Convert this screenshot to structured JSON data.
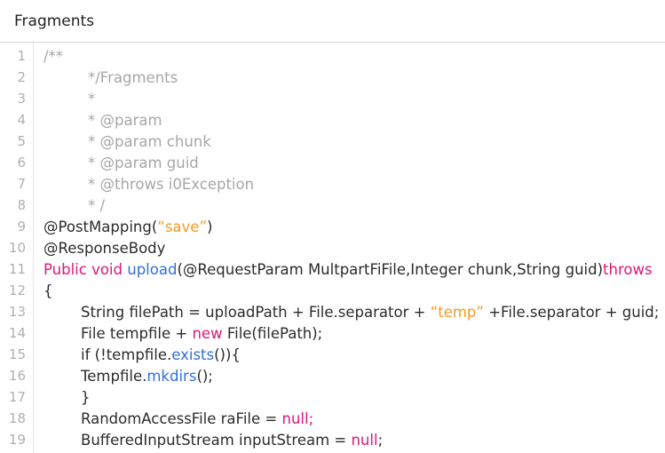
{
  "header": {
    "title": "Fragments"
  },
  "colors": {
    "comment": "#a7a7a7",
    "string": "#f59a23",
    "keyword": "#e0167b",
    "function": "#2f6fdd",
    "text": "#2b2b2b",
    "line_number": "#b0b0b0"
  },
  "editor": {
    "lines": [
      {
        "n": "1",
        "indent": 0,
        "tokens": [
          [
            "comment",
            "/**"
          ]
        ]
      },
      {
        "n": "2",
        "indent": 2,
        "tokens": [
          [
            "comment",
            "*/Fragments"
          ]
        ]
      },
      {
        "n": "3",
        "indent": 2,
        "tokens": [
          [
            "comment",
            "*"
          ]
        ]
      },
      {
        "n": "4",
        "indent": 2,
        "tokens": [
          [
            "comment",
            "* @param"
          ]
        ]
      },
      {
        "n": "5",
        "indent": 2,
        "tokens": [
          [
            "comment",
            "* @param chunk"
          ]
        ]
      },
      {
        "n": "6",
        "indent": 2,
        "tokens": [
          [
            "comment",
            "* @param guid"
          ]
        ]
      },
      {
        "n": "7",
        "indent": 2,
        "tokens": [
          [
            "comment",
            "* @throws i0Exception"
          ]
        ]
      },
      {
        "n": "8",
        "indent": 2,
        "tokens": [
          [
            "comment",
            "* /"
          ]
        ]
      },
      {
        "n": "9",
        "indent": 0,
        "tokens": [
          [
            "plain",
            "@PostMapping("
          ],
          [
            "string",
            "“save”"
          ],
          [
            "plain",
            ")"
          ]
        ]
      },
      {
        "n": "10",
        "indent": 0,
        "tokens": [
          [
            "plain",
            "@ResponseBody"
          ]
        ]
      },
      {
        "n": "11",
        "indent": 0,
        "tokens": [
          [
            "keyword",
            "Public void "
          ],
          [
            "func",
            "upload"
          ],
          [
            "plain",
            "(@RequestParam MultpartFiFile,Integer chunk,String guid)"
          ],
          [
            "keyword",
            "throws"
          ]
        ]
      },
      {
        "n": "12",
        "indent": 0,
        "tokens": [
          [
            "plain",
            "{"
          ]
        ]
      },
      {
        "n": "13",
        "indent": 1,
        "tokens": [
          [
            "plain",
            "String filePath = uploadPath + File.separator + "
          ],
          [
            "string",
            "“temp”"
          ],
          [
            "plain",
            " +File.separator + guid;"
          ]
        ]
      },
      {
        "n": "14",
        "indent": 1,
        "tokens": [
          [
            "plain",
            "File tempfile + "
          ],
          [
            "keyword",
            "new"
          ],
          [
            "plain",
            " File(filePath);"
          ]
        ]
      },
      {
        "n": "15",
        "indent": 1,
        "tokens": [
          [
            "plain",
            "if (!tempfile."
          ],
          [
            "func",
            "exists"
          ],
          [
            "plain",
            "()){"
          ]
        ]
      },
      {
        "n": "16",
        "indent": 1,
        "tokens": [
          [
            "plain",
            "Tempfile."
          ],
          [
            "func",
            "mkdirs"
          ],
          [
            "plain",
            "();"
          ]
        ]
      },
      {
        "n": "17",
        "indent": 1,
        "tokens": [
          [
            "plain",
            "}"
          ]
        ]
      },
      {
        "n": "18",
        "indent": 1,
        "tokens": [
          [
            "plain",
            "RandomAccessFile raFile = "
          ],
          [
            "keyword",
            "null;"
          ]
        ]
      },
      {
        "n": "19",
        "indent": 1,
        "tokens": [
          [
            "plain",
            "BufferedInputStream inputStream = "
          ],
          [
            "keyword",
            "null"
          ],
          [
            "plain",
            ";"
          ]
        ]
      }
    ]
  }
}
